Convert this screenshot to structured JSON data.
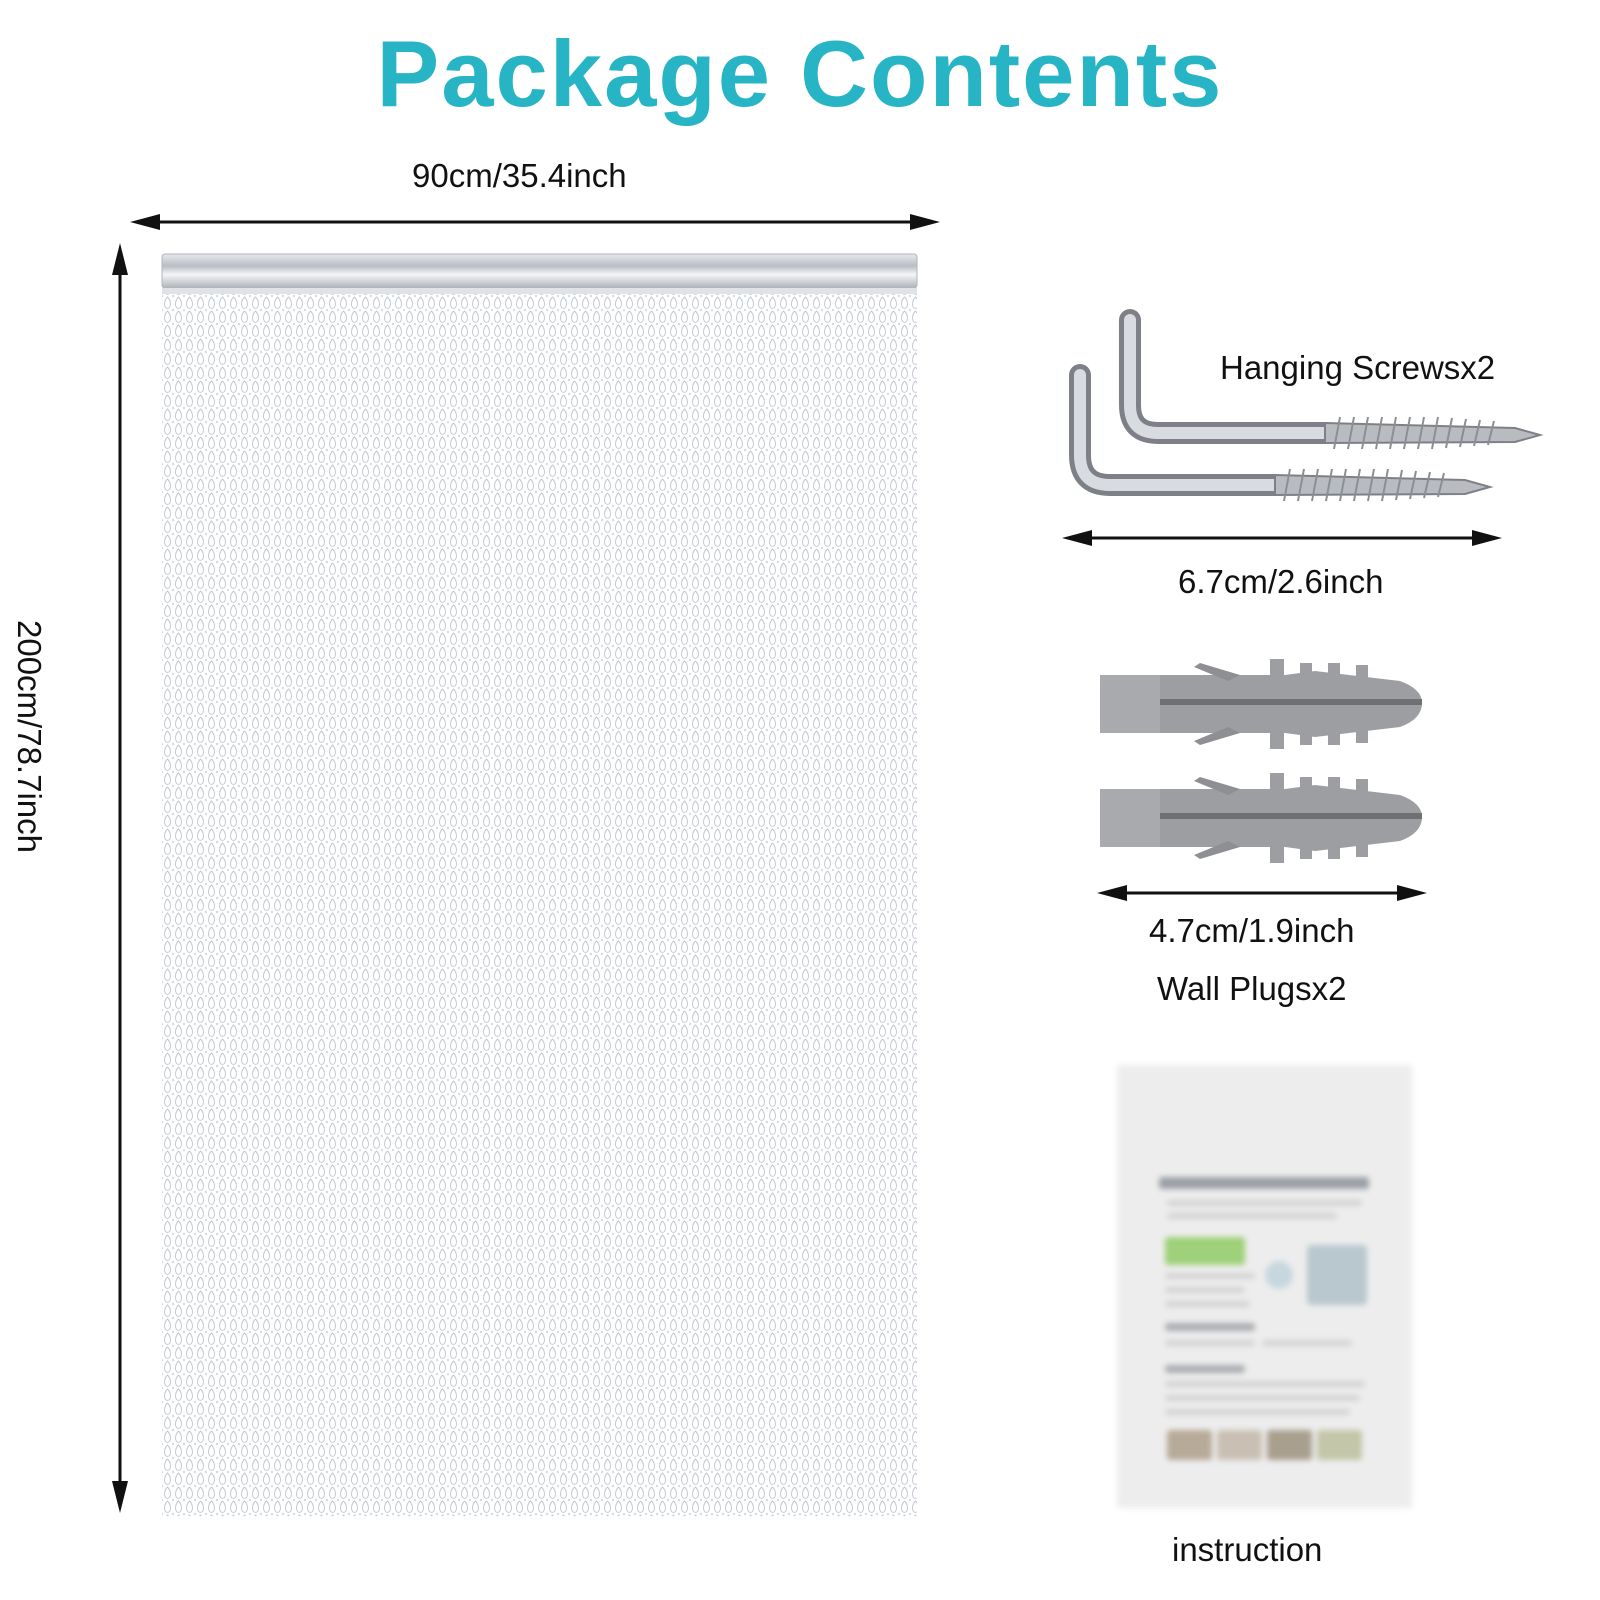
{
  "title": "Package Contents",
  "colors": {
    "title": "#27b4c4",
    "arrow": "#111111",
    "chain": "#c4cbd3",
    "plug": "#999b9e",
    "rod": "#c9cdd2"
  },
  "curtain": {
    "width_label": "90cm/35.4inch",
    "height_label": "200cm/78.7inch"
  },
  "screws": {
    "label": "Hanging Screwsx2",
    "size_label": "6.7cm/2.6inch",
    "icon": "l-hook-screw-icon"
  },
  "plugs": {
    "size_label": "4.7cm/1.9inch",
    "label": "Wall Plugsx2",
    "icon": "wall-plug-icon"
  },
  "instruction": {
    "label": "instruction",
    "icon": "instruction-sheet-icon"
  }
}
